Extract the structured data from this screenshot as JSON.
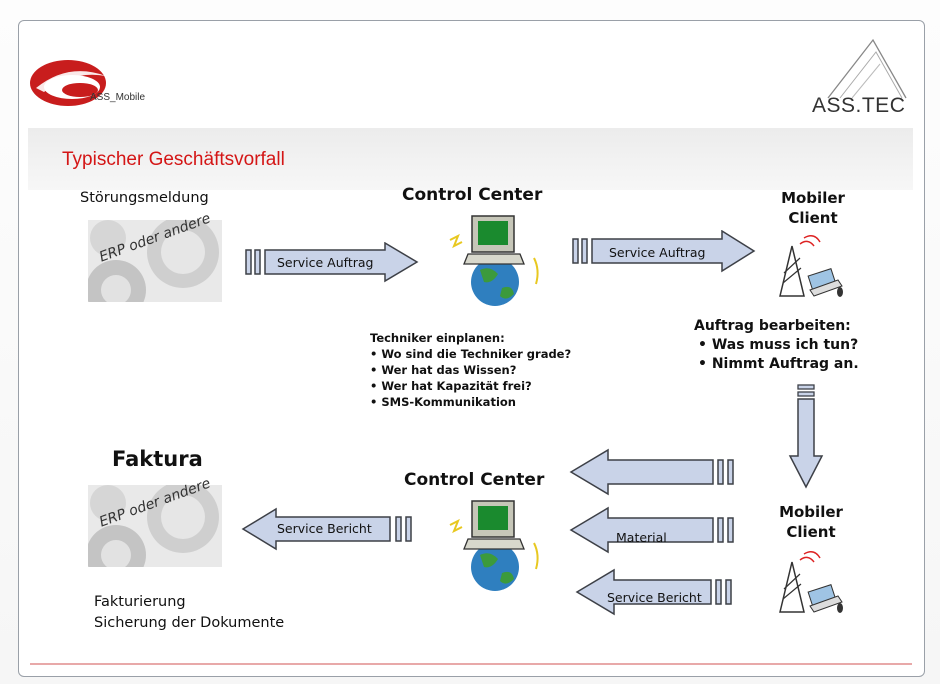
{
  "header": {
    "left_logo_text": "ASS_Mobile",
    "right_logo_text": "ASS.TEC",
    "title": "Typischer Geschäftsvorfall"
  },
  "top_row": {
    "source_label": "Störungsmeldung",
    "erp_label": "ERP oder andere",
    "arrow1_label": "Service Auftrag",
    "control_center_label": "Control Center",
    "arrow2_label": "Service Auftrag",
    "mobile_client_line1": "Mobiler",
    "mobile_client_line2": "Client"
  },
  "middle": {
    "technician_heading": "Techniker einplanen:",
    "technician_items": [
      "Wo sind die Techniker grade?",
      "Wer hat das Wissen?",
      "Wer hat Kapazität frei?",
      "SMS-Kommunikation"
    ],
    "order_heading": "Auftrag bearbeiten:",
    "order_items": [
      "Was muss ich tun?",
      "Nimmt Auftrag an."
    ]
  },
  "bottom_row": {
    "target_label": "Faktura",
    "erp_label": "ERP oder andere",
    "arrow_label": "Service Bericht",
    "control_center_label": "Control Center",
    "return_arrow_labels": [
      "",
      "Material",
      "Service Bericht"
    ],
    "mobile_client_line1": "Mobiler",
    "mobile_client_line2": "Client",
    "faktura_desc_line1": "Fakturierung",
    "faktura_desc_line2": "Sicherung der Dokumente"
  },
  "colors": {
    "title_red": "#d41616",
    "arrow_fill": "#c9d3e8",
    "arrow_stroke": "#3d4047",
    "logo_red": "#c81d1d"
  }
}
